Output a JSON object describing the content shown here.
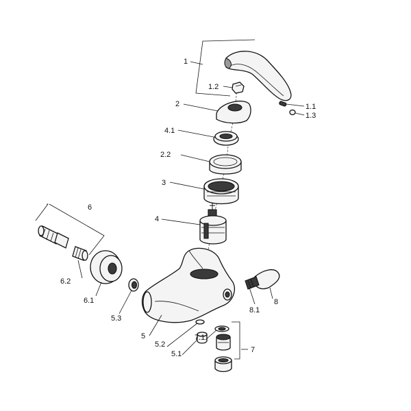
{
  "diagram": {
    "labels": {
      "l1": "1",
      "l1_1": "1.1",
      "l1_2": "1.2",
      "l1_3": "1.3",
      "l2": "2",
      "l2_2": "2.2",
      "l3": "3",
      "l4": "4",
      "l4_1": "4.1",
      "l5": "5",
      "l5_1": "5.1",
      "l5_2": "5.2",
      "l5_3": "5.3",
      "l6": "6",
      "l6_1": "6.1",
      "l6_2": "6.2",
      "l7": "7",
      "l7_1": "7.1",
      "l8": "8",
      "l8_1": "8.1"
    }
  }
}
